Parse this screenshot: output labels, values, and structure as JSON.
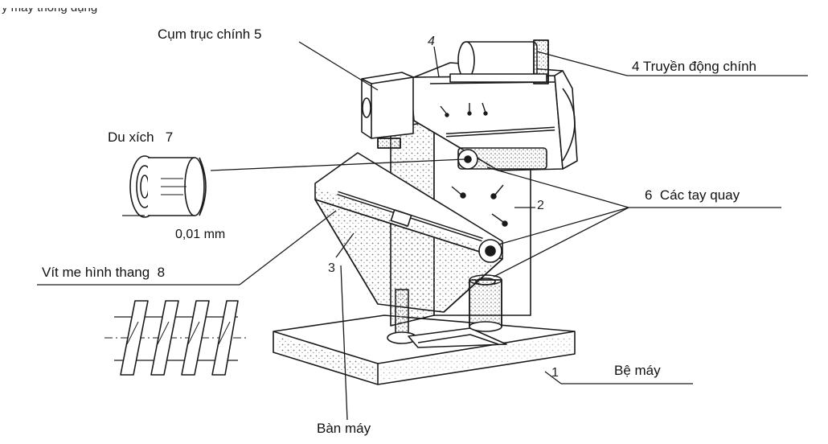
{
  "header_fragment": "y máy thông dụng",
  "labels": {
    "spindle_assembly": "Cụm trục chính 5",
    "main_drive": "4 Truyền động chính",
    "vernier": "Du xích   7",
    "vernier_resolution": "0,01 mm",
    "hand_cranks": "6  Các tay quay",
    "trapezoidal_lead_screw": "Vít me hình thang  8",
    "machine_base": "Bệ máy",
    "machine_table": "Bàn máy"
  },
  "part_numbers": {
    "base": "1",
    "column": "2",
    "table": "3",
    "drive": "4"
  },
  "colors": {
    "ink": "#1a1a1a",
    "stipple": "#8a8a8a",
    "background": "#ffffff"
  }
}
